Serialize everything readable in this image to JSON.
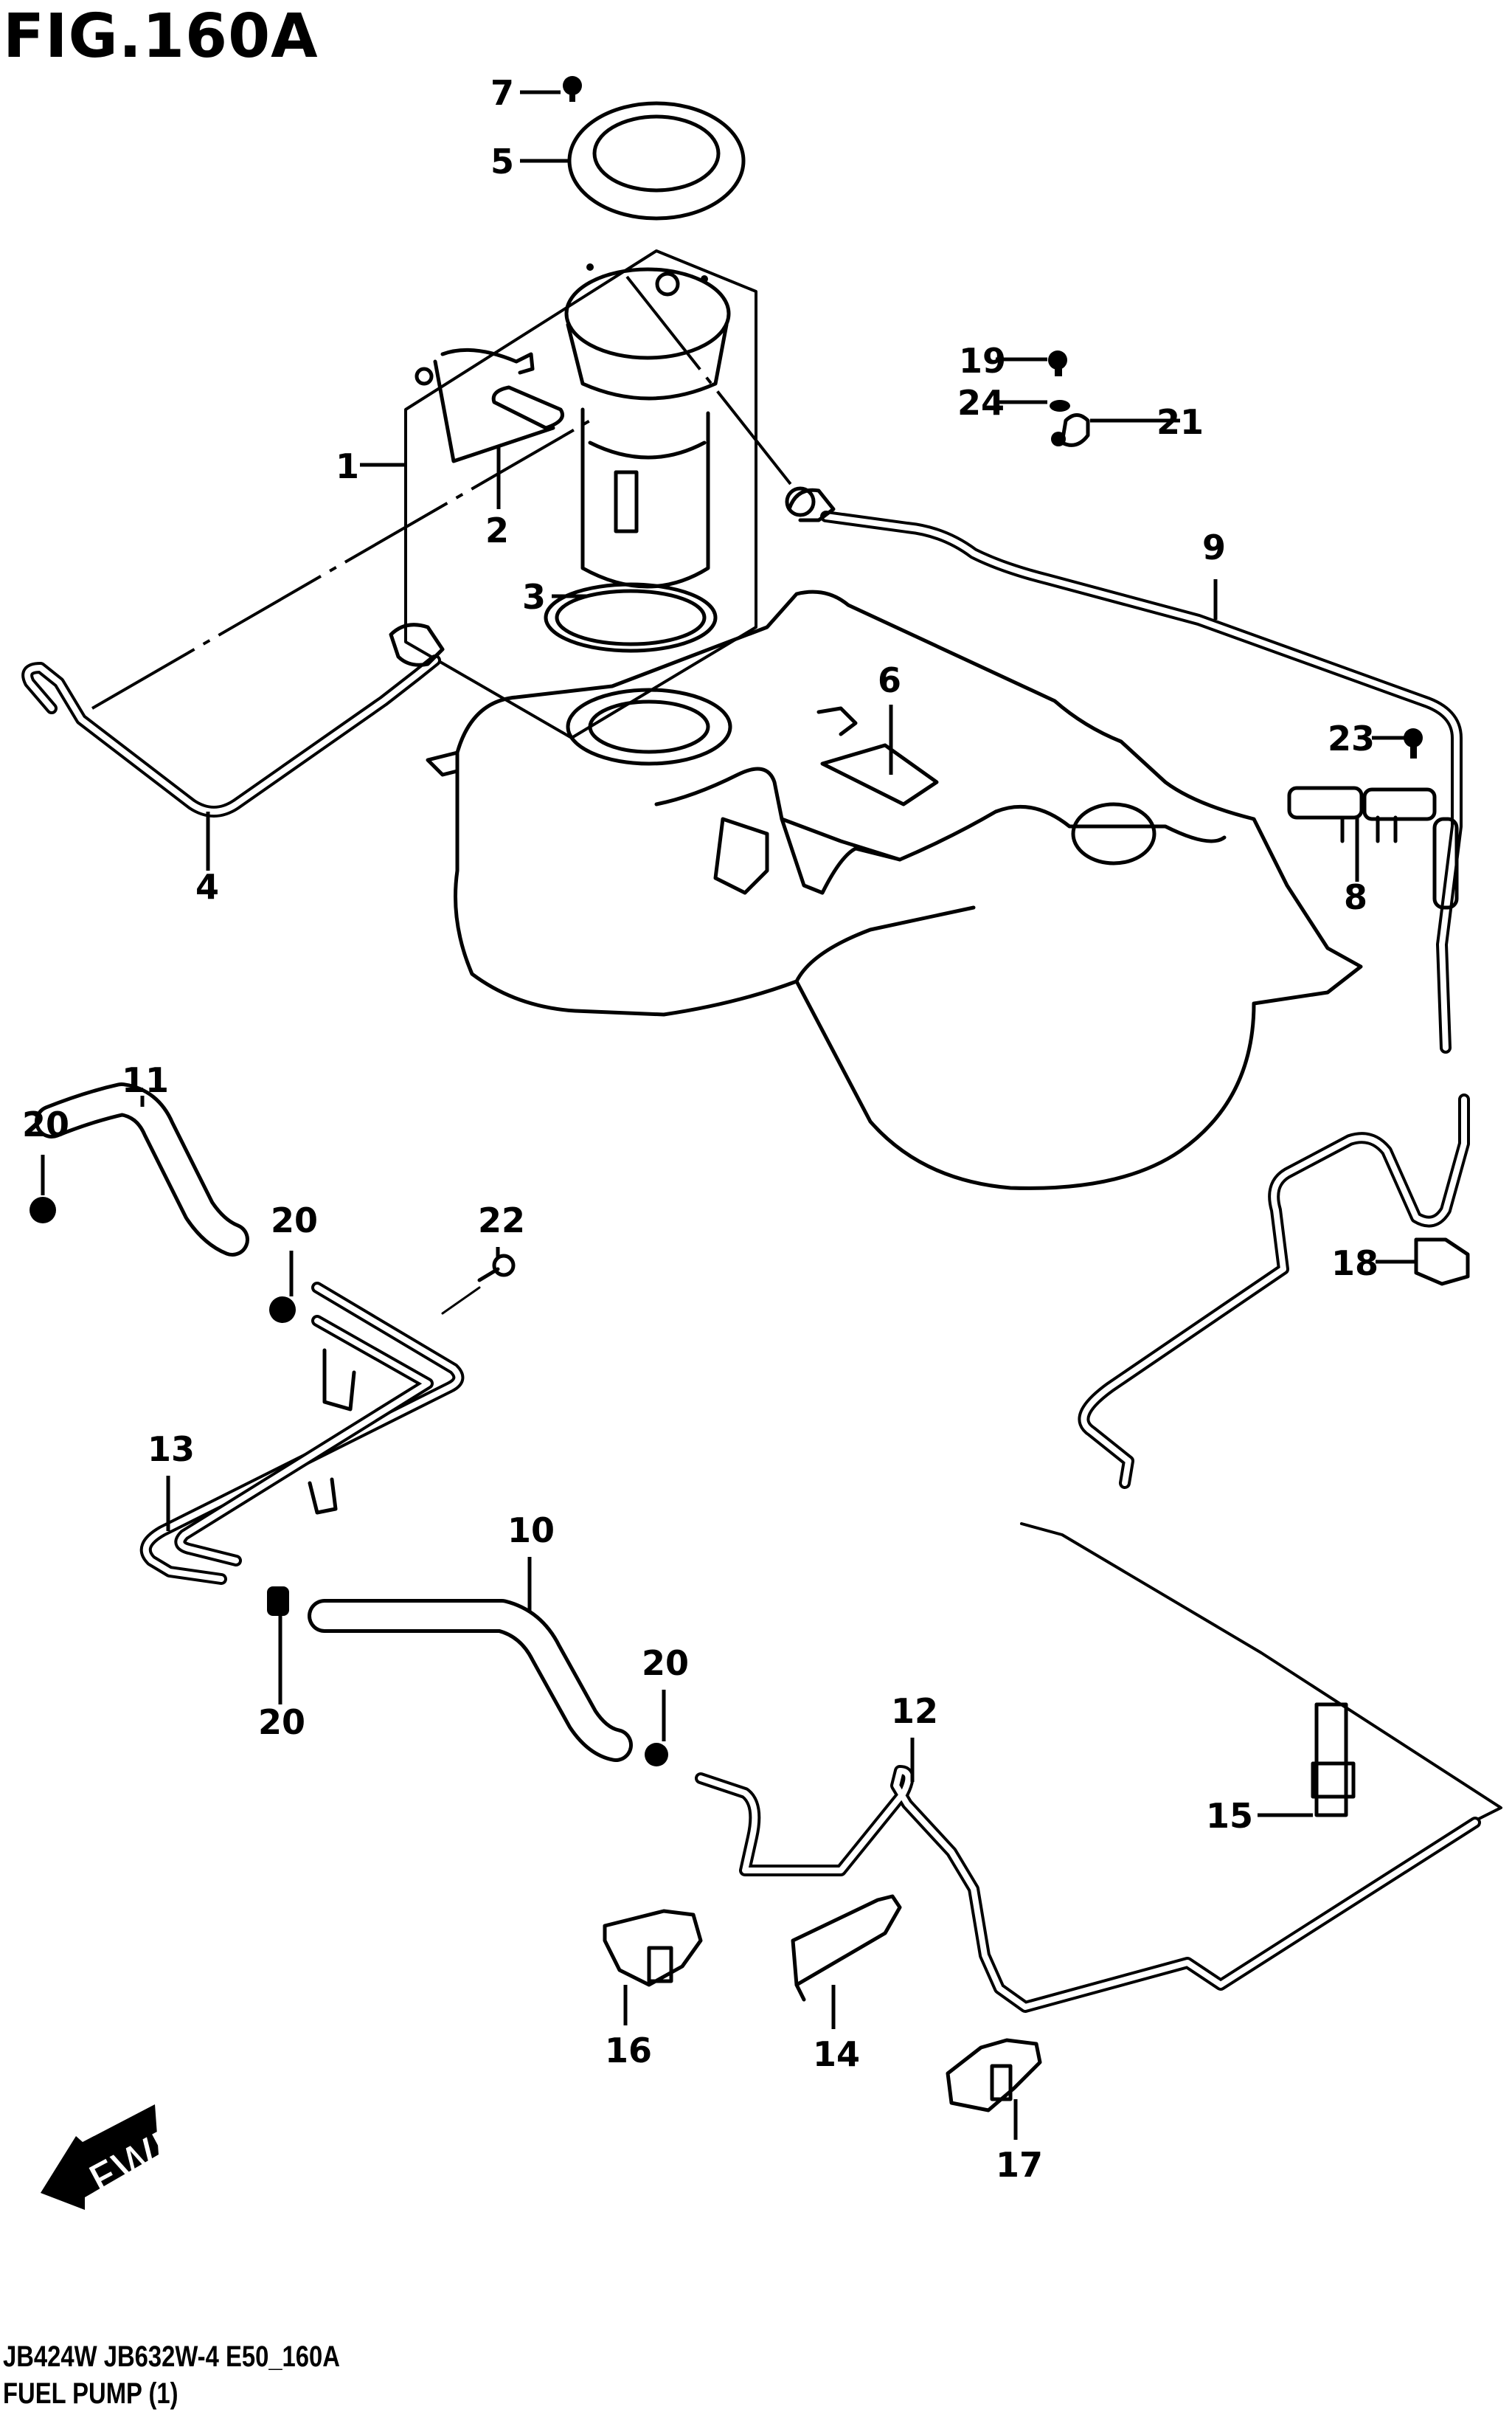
{
  "figure": {
    "title": "FIG.160A",
    "model_line": "JB424W JB632W-4 E50_160A",
    "caption": "FUEL PUMP (1)",
    "direction_arrow": "FWD"
  },
  "callouts": [
    {
      "id": "c1",
      "label": "1"
    },
    {
      "id": "c2",
      "label": "2"
    },
    {
      "id": "c3",
      "label": "3"
    },
    {
      "id": "c4",
      "label": "4"
    },
    {
      "id": "c5",
      "label": "5"
    },
    {
      "id": "c6",
      "label": "6"
    },
    {
      "id": "c7",
      "label": "7"
    },
    {
      "id": "c8",
      "label": "8"
    },
    {
      "id": "c9",
      "label": "9"
    },
    {
      "id": "c10",
      "label": "10"
    },
    {
      "id": "c11",
      "label": "11"
    },
    {
      "id": "c12",
      "label": "12"
    },
    {
      "id": "c13",
      "label": "13"
    },
    {
      "id": "c14",
      "label": "14"
    },
    {
      "id": "c15",
      "label": "15"
    },
    {
      "id": "c16",
      "label": "16"
    },
    {
      "id": "c17",
      "label": "17"
    },
    {
      "id": "c18",
      "label": "18"
    },
    {
      "id": "c19",
      "label": "19"
    },
    {
      "id": "c20a",
      "label": "20"
    },
    {
      "id": "c20b",
      "label": "20"
    },
    {
      "id": "c20c",
      "label": "20"
    },
    {
      "id": "c20d",
      "label": "20"
    },
    {
      "id": "c21",
      "label": "21"
    },
    {
      "id": "c22",
      "label": "22"
    },
    {
      "id": "c23",
      "label": "23"
    },
    {
      "id": "c24",
      "label": "24"
    }
  ]
}
